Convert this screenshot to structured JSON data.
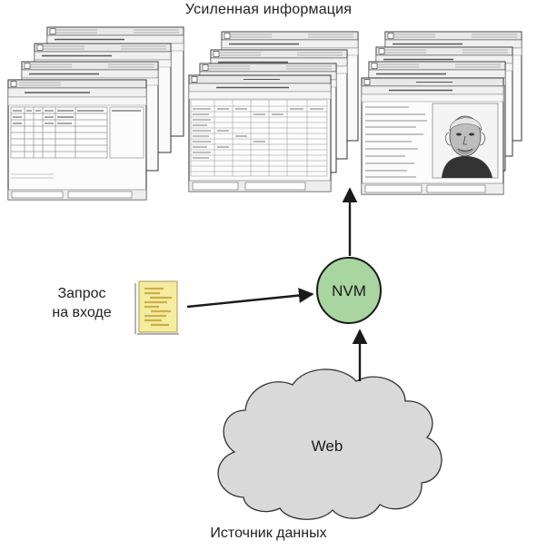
{
  "top_label": "Усиленная информация",
  "query_label": "Запрос\nна входе",
  "nvm_label": "NVM",
  "web_label": "Web",
  "bottom_label": "Источник данных",
  "colors": {
    "nvm_fill": "#a8d5a0",
    "cloud_fill": "#d9d9d9",
    "doc_fill": "#f5eca0",
    "stroke": "#1a1a1a"
  },
  "icons": [
    "document-icon",
    "browser-window-icon",
    "cloud-icon",
    "portrait-photo-icon"
  ]
}
